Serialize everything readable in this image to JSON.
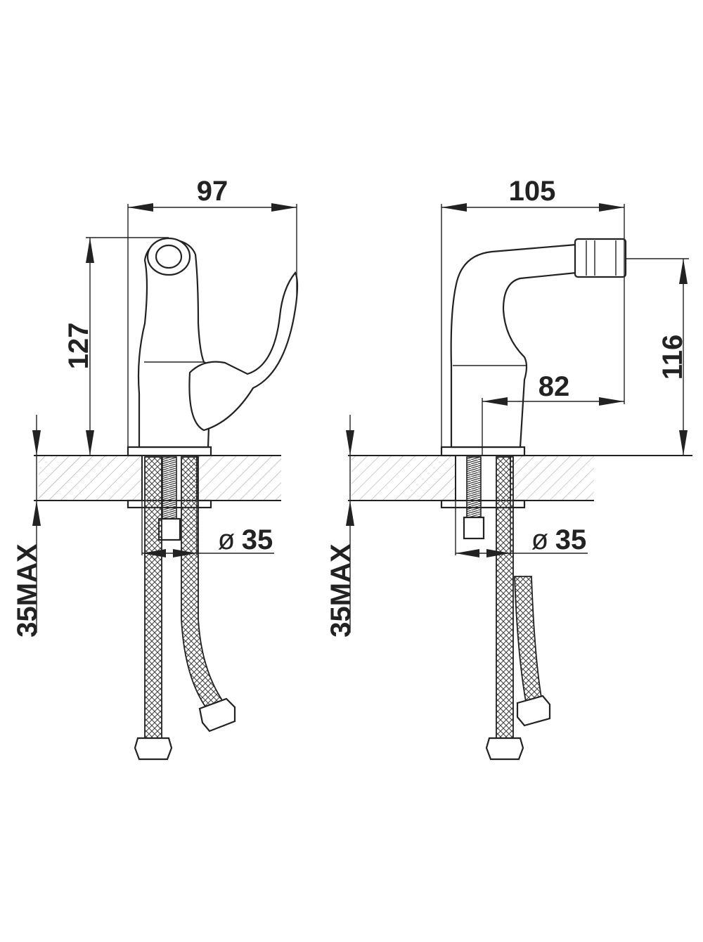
{
  "front_view": {
    "width_dim": "97",
    "height_dim": "127",
    "hole_diameter_symbol": "ø",
    "hole_diameter_value": "35",
    "max_thickness": "35MAX"
  },
  "side_view": {
    "width_dim": "105",
    "height_dim": "116",
    "spout_reach_dim": "82",
    "hole_diameter_symbol": "ø",
    "hole_diameter_value": "35",
    "max_thickness": "35MAX"
  },
  "colors": {
    "line": "#222222",
    "hatch": "#9a9a9a"
  }
}
